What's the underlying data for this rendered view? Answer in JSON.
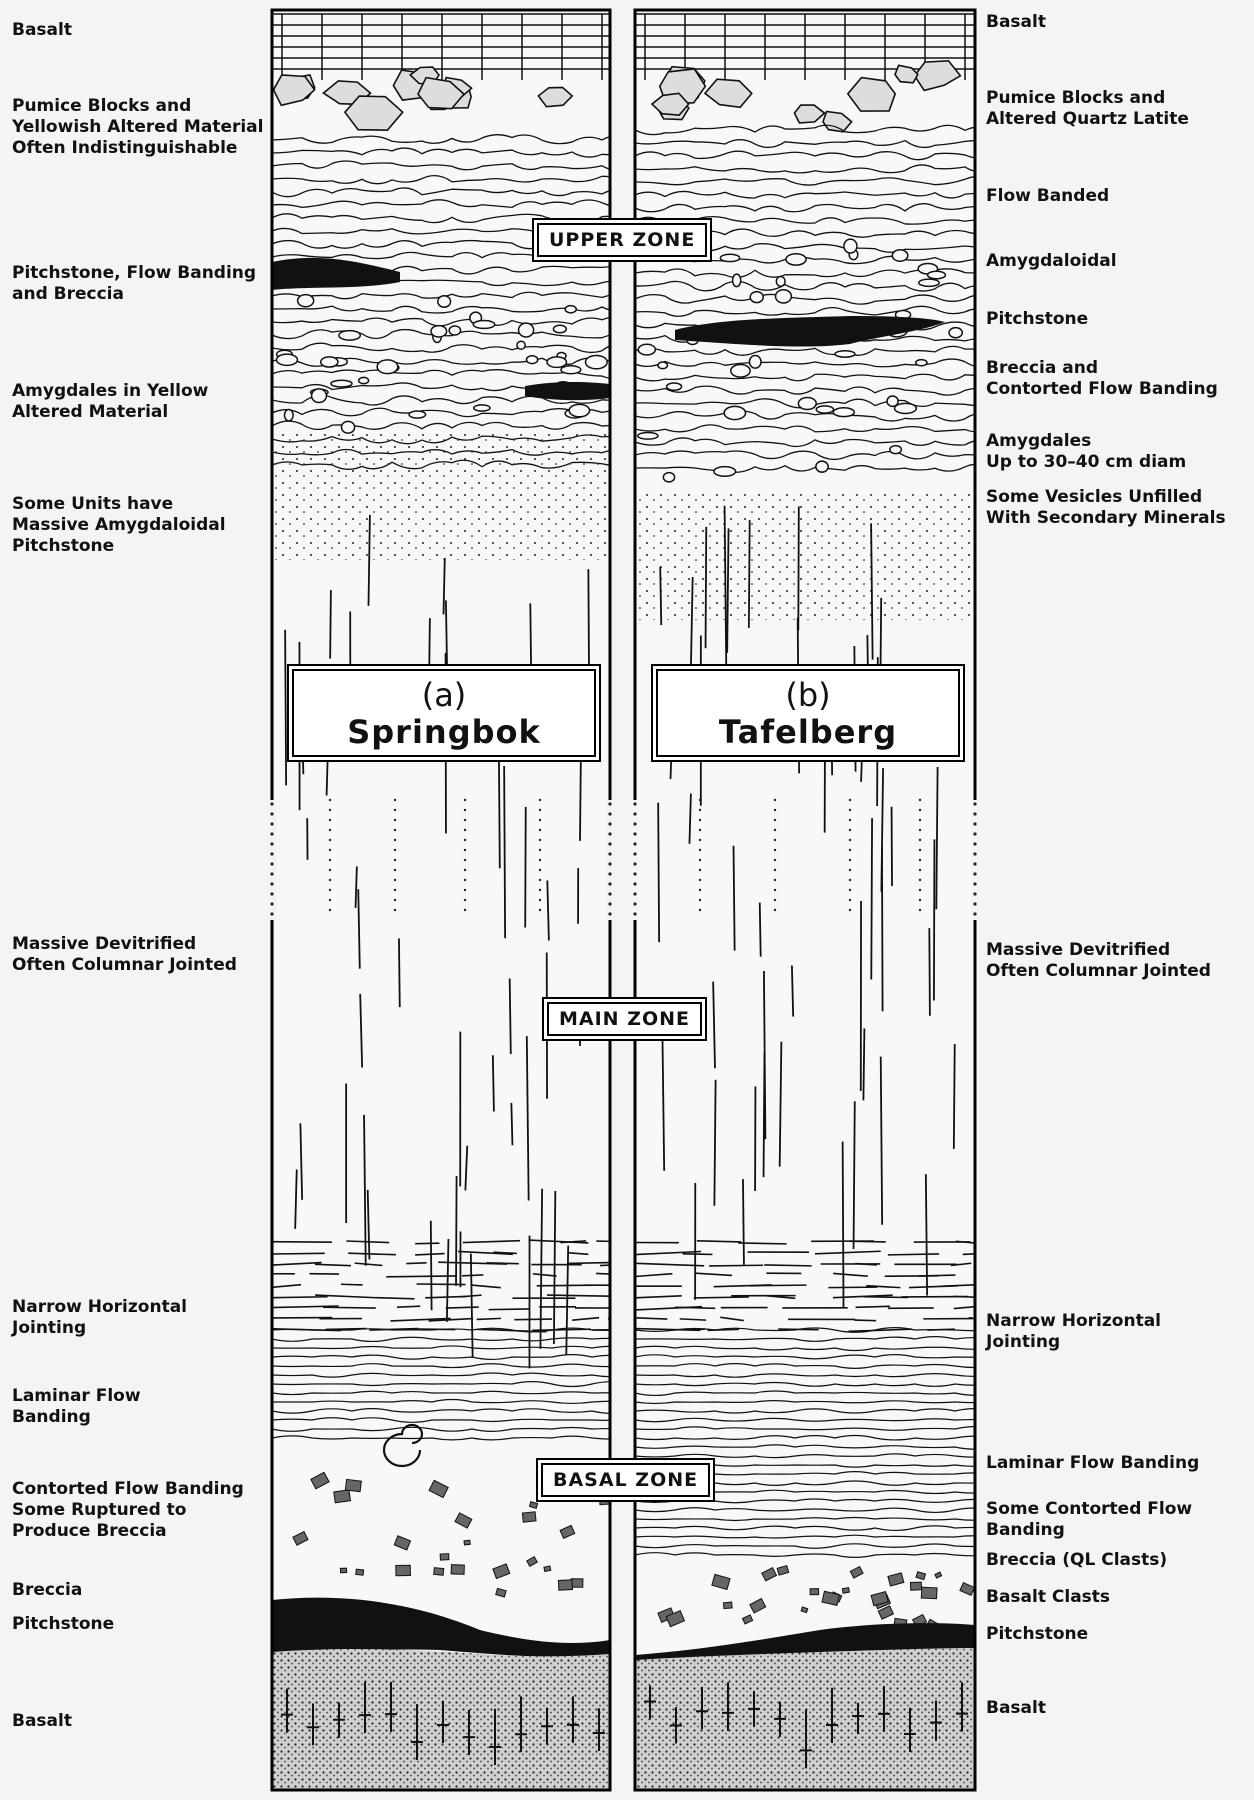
{
  "columns": {
    "a": {
      "letter": "(a)",
      "name": "Springbok"
    },
    "b": {
      "letter": "(b)",
      "name": "Tafelberg"
    }
  },
  "zones": {
    "upper": "UPPER ZONE",
    "main": "MAIN ZONE",
    "basal": "BASAL ZONE"
  },
  "left_labels": [
    "Basalt",
    "Pumice Blocks and\nYellowish Altered Material\nOften Indistinguishable",
    "Pitchstone, Flow Banding\nand Breccia",
    "Amygdales in Yellow\nAltered Material",
    "Some Units have\nMassive Amygdaloidal\nPitchstone",
    "Massive Devitrified\nOften Columnar Jointed",
    "Narrow Horizontal\nJointing",
    "Laminar Flow\nBanding",
    "Contorted Flow Banding\nSome Ruptured to\nProduce Breccia",
    "Breccia",
    "Pitchstone",
    "Basalt"
  ],
  "right_labels": [
    "Basalt",
    "Pumice Blocks and\nAltered Quartz Latite",
    "Flow Banded",
    "Amygdaloidal",
    "Pitchstone",
    "Breccia and\nContorted Flow Banding",
    "Amygdales\nUp to 30–40 cm diam",
    "Some Vesicles Unfilled\nWith Secondary Minerals",
    "Massive Devitrified\nOften Columnar Jointed",
    "Narrow Horizontal\nJointing",
    "Laminar Flow Banding",
    "Some Contorted Flow\nBanding",
    "Breccia (QL Clasts)",
    "Basalt Clasts",
    "Pitchstone",
    "Basalt"
  ]
}
